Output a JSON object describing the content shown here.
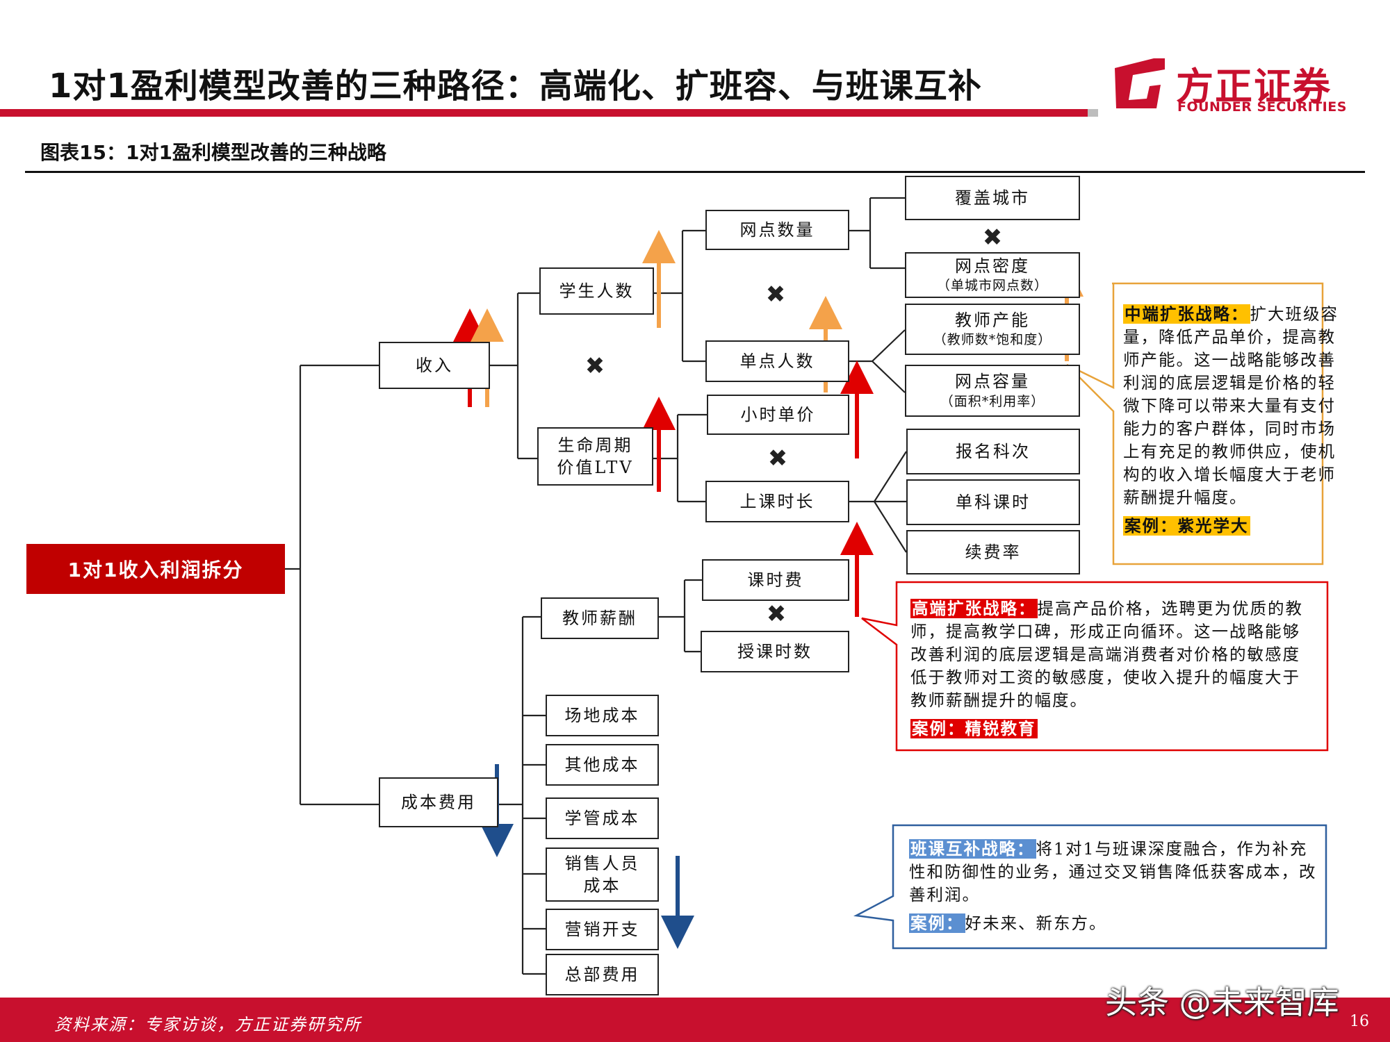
{
  "header": {
    "title": "1对1盈利模型改善的三种路径：高端化、扩班容、与班课互补",
    "logo_cn": "方正证券",
    "logo_en": "FOUNDER SECURITIES"
  },
  "figure": {
    "title": "图表15：1对1盈利模型改善的三种战略"
  },
  "tree": {
    "root": "1对1收入利润拆分",
    "revenue": "收入",
    "students": "学生人数",
    "ltv_line1": "生命周期",
    "ltv_line2": "价值LTV",
    "outlets": "网点数量",
    "per_outlet": "单点人数",
    "hourly_price": "小时单价",
    "class_hours": "上课时长",
    "cities": "覆盖城市",
    "density": "网点密度",
    "density_sub": "（单城市网点数）",
    "teacher_capacity": "教师产能",
    "teacher_capacity_sub": "（教师数*饱和度）",
    "outlet_capacity": "网点容量",
    "outlet_capacity_sub": "（面积*利用率）",
    "enroll": "报名科次",
    "subject_hours": "单科课时",
    "renewal": "续费率",
    "cost": "成本费用",
    "teacher_pay": "教师薪酬",
    "hour_fee": "课时费",
    "teach_hours": "授课时数",
    "venue": "场地成本",
    "other": "其他成本",
    "admin": "学管成本",
    "sales_line1": "销售人员",
    "sales_line2": "成本",
    "marketing": "营销开支",
    "hq": "总部费用",
    "times_symbol": "✖"
  },
  "callouts": {
    "mid": {
      "tag": "中端扩张战略：",
      "text": "扩大班级容量，降低产品单价，提高教师产能。这一战略能够改善利润的底层逻辑是价格的轻微下降可以带来大量有支付能力的客户群体，同时市场上有充足的教师供应，使机构的收入增长幅度大于老师薪酬提升幅度。",
      "case": "案例：紫光学大"
    },
    "high": {
      "tag": "高端扩张战略：",
      "text": "提高产品价格，选聘更为优质的教师，提高教学口碑，形成正向循环。这一战略能够改善利润的底层逻辑是高端消费者对价格的敏感度低于教师对工资的敏感度，使收入提升的幅度大于教师薪酬提升的幅度。",
      "case": "案例：精锐教育"
    },
    "combo": {
      "tag": "班课互补战略：",
      "text": "将1对1与班课深度融合，作为补充性和防御性的业务，通过交叉销售降低获客成本，改善利润。",
      "case_tag": "案例：",
      "case_text": "好未来、新东方。"
    }
  },
  "colors": {
    "brand_red": "#c8102e",
    "arrow_red": "#e00000",
    "arrow_orange": "#f4a24a",
    "arrow_blue": "#1f4e8c",
    "callout_yellow": "#e8a33a",
    "callout_blue": "#2e5f9e"
  },
  "footer": {
    "source": "资料来源：专家访谈，方正证券研究所",
    "page": "16",
    "watermark": "头条 @未来智库"
  }
}
